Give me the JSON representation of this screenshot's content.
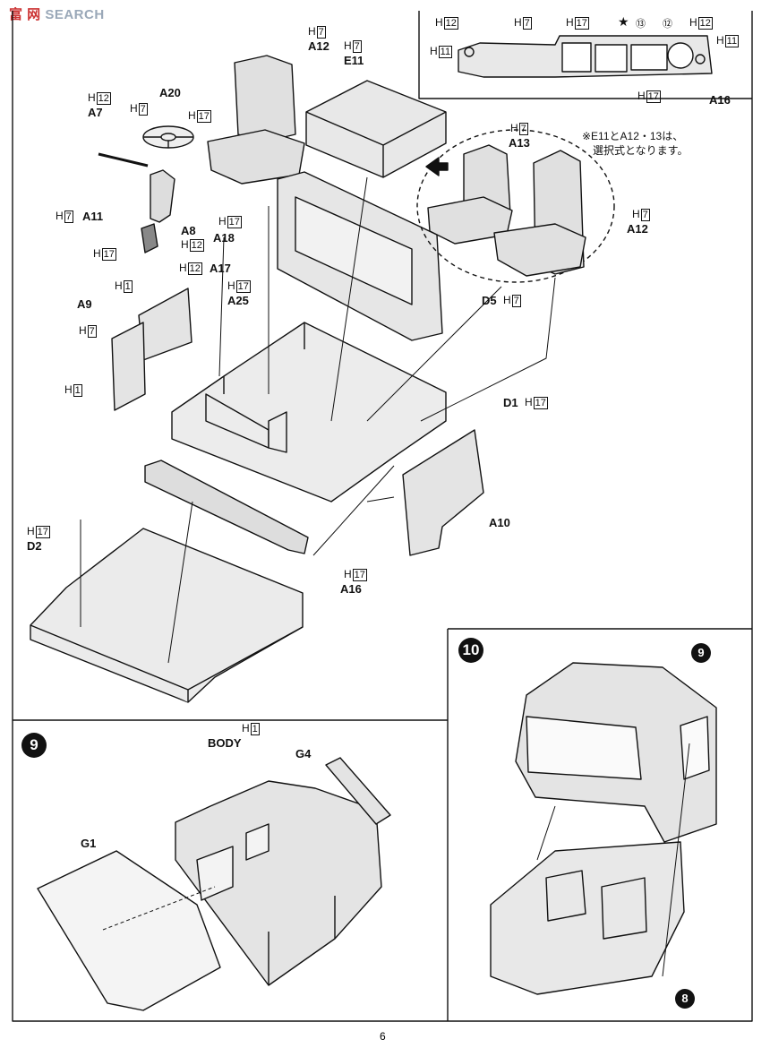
{
  "watermark": {
    "logo": "富 网",
    "text": "SEARCH"
  },
  "page_number": "6",
  "note": {
    "line1": "※E11とA12・13は、",
    "line2": "選択式となります。"
  },
  "hcodes": {
    "h1": "1",
    "h7": "7",
    "h11": "11",
    "h12": "12",
    "h17": "17",
    "h": "H"
  },
  "parts": {
    "a7": "A7",
    "a8": "A8",
    "a9": "A9",
    "a10": "A10",
    "a11": "A11",
    "a12": "A12",
    "a13": "A13",
    "a16": "A16",
    "a17": "A17",
    "a18": "A18",
    "a20": "A20",
    "a25": "A25",
    "d1": "D1",
    "d2": "D2",
    "d5": "D5",
    "e11": "E11",
    "g1": "G1",
    "g4": "G4",
    "body": "BODY",
    "panel12": "⑫",
    "panel13": "⑬"
  },
  "steps": {
    "s8": "8",
    "s9": "9",
    "s10": "10"
  }
}
